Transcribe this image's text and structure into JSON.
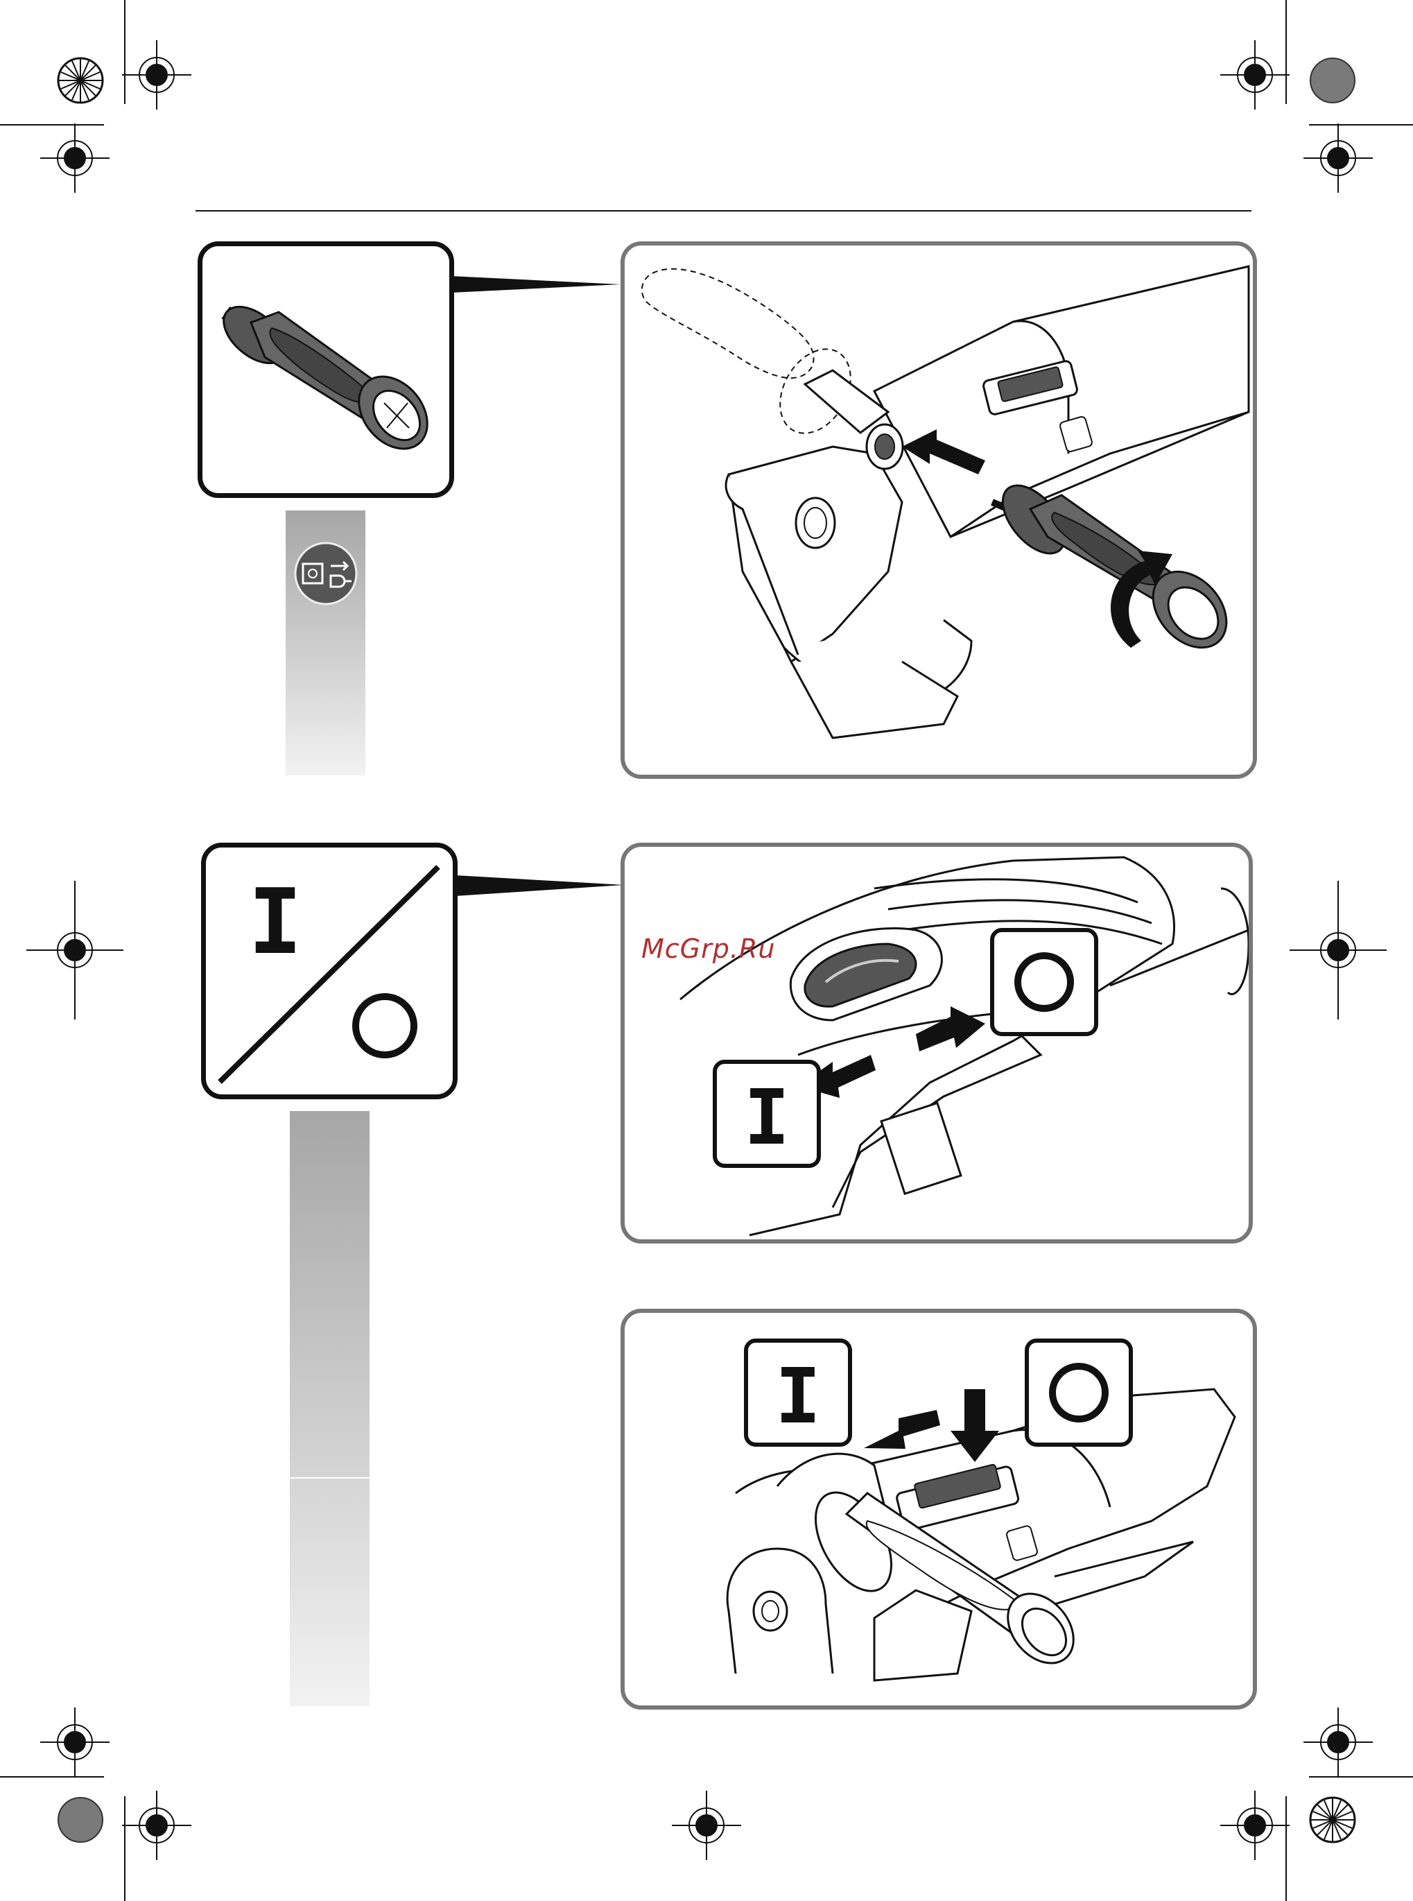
{
  "watermark": "McGrp.Ru",
  "symbols": {
    "on": "I",
    "off": "O"
  },
  "colors": {
    "panel_border": "#777777",
    "callout_border": "#111111",
    "sidebar_top": "#a6a6a6",
    "sidebar_bottom": "#f2f2f2",
    "watermark": "#b03030",
    "grip": "#555555"
  },
  "icons": {
    "unplug_symbol": "plug-disconnect-icon",
    "handle": "auxiliary-handle-icon",
    "switch": "on-off-switch-icon"
  }
}
